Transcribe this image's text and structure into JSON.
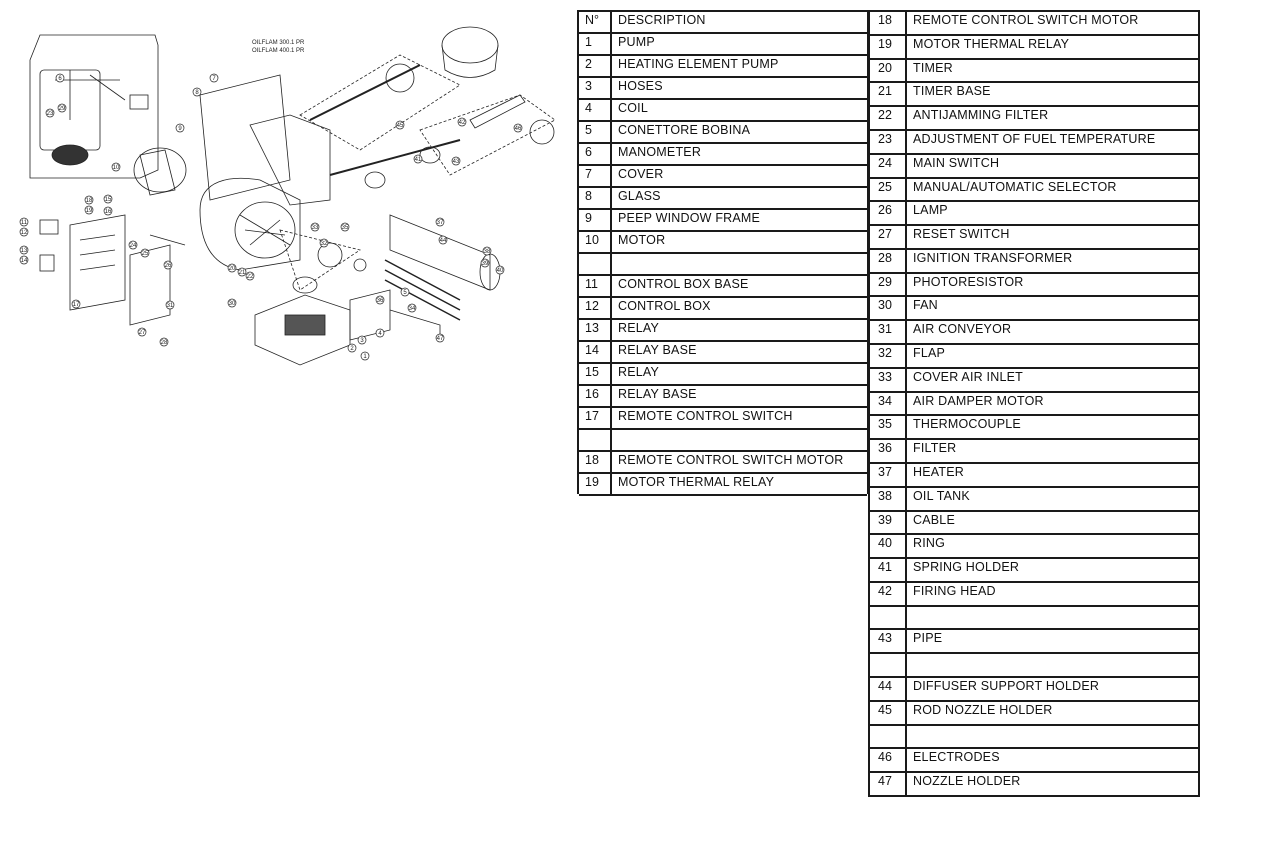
{
  "diagram": {
    "model_line1": "OILFLAM 300.1 PR",
    "model_line2": "OILFLAM 400.1 PR",
    "callouts": [
      "1",
      "2",
      "3",
      "4",
      "5",
      "6",
      "7",
      "8",
      "9",
      "10",
      "11",
      "12",
      "13",
      "14",
      "15",
      "16",
      "17",
      "18",
      "19",
      "20",
      "21",
      "22",
      "23",
      "24",
      "25",
      "26",
      "27",
      "28",
      "29",
      "30",
      "31",
      "32",
      "33",
      "34",
      "35",
      "36",
      "37",
      "38",
      "39",
      "40",
      "41",
      "42",
      "43",
      "44",
      "45",
      "46",
      "47"
    ]
  },
  "table_left": {
    "header": {
      "n": "N°",
      "d": "DESCRIPTION"
    },
    "rows": [
      {
        "n": "1",
        "d": "PUMP"
      },
      {
        "n": "2",
        "d": "HEATING ELEMENT PUMP"
      },
      {
        "n": "3",
        "d": "HOSES"
      },
      {
        "n": "4",
        "d": "COIL"
      },
      {
        "n": "5",
        "d": "CONETTORE BOBINA"
      },
      {
        "n": "6",
        "d": "MANOMETER"
      },
      {
        "n": "7",
        "d": "COVER"
      },
      {
        "n": "8",
        "d": "GLASS"
      },
      {
        "n": "9",
        "d": "PEEP WINDOW FRAME"
      },
      {
        "n": "10",
        "d": "MOTOR"
      },
      {
        "n": "",
        "d": ""
      },
      {
        "n": "11",
        "d": "CONTROL BOX BASE"
      },
      {
        "n": "12",
        "d": "CONTROL BOX"
      },
      {
        "n": "13",
        "d": "RELAY"
      },
      {
        "n": "14",
        "d": "RELAY BASE"
      },
      {
        "n": "15",
        "d": "RELAY"
      },
      {
        "n": "16",
        "d": "RELAY BASE"
      },
      {
        "n": "17",
        "d": "REMOTE CONTROL SWITCH"
      },
      {
        "n": "",
        "d": ""
      },
      {
        "n": "18",
        "d": "REMOTE CONTROL SWITCH MOTOR"
      },
      {
        "n": "19",
        "d": "MOTOR THERMAL RELAY"
      }
    ]
  },
  "table_right": {
    "rows": [
      {
        "n": "18",
        "d": "REMOTE CONTROL SWITCH MOTOR"
      },
      {
        "n": "19",
        "d": "MOTOR THERMAL RELAY"
      },
      {
        "n": "20",
        "d": "TIMER"
      },
      {
        "n": "21",
        "d": "TIMER BASE"
      },
      {
        "n": "22",
        "d": "ANTIJAMMING FILTER"
      },
      {
        "n": "23",
        "d": "ADJUSTMENT OF FUEL TEMPERATURE"
      },
      {
        "n": "24",
        "d": "MAIN SWITCH"
      },
      {
        "n": "25",
        "d": "MANUAL/AUTOMATIC SELECTOR"
      },
      {
        "n": "26",
        "d": "LAMP"
      },
      {
        "n": "27",
        "d": "RESET SWITCH"
      },
      {
        "n": "28",
        "d": "IGNITION  TRANSFORMER"
      },
      {
        "n": "29",
        "d": "PHOTORESISTOR"
      },
      {
        "n": "30",
        "d": "FAN"
      },
      {
        "n": "31",
        "d": "AIR CONVEYOR"
      },
      {
        "n": "32",
        "d": "FLAP"
      },
      {
        "n": "33",
        "d": "COVER AIR INLET"
      },
      {
        "n": "34",
        "d": "AIR DAMPER MOTOR"
      },
      {
        "n": "35",
        "d": "THERMOCOUPLE"
      },
      {
        "n": "36",
        "d": "FILTER"
      },
      {
        "n": "37",
        "d": "HEATER"
      },
      {
        "n": "38",
        "d": "OIL TANK"
      },
      {
        "n": "39",
        "d": "CABLE"
      },
      {
        "n": "40",
        "d": "RING"
      },
      {
        "n": "41",
        "d": "SPRING HOLDER"
      },
      {
        "n": "42",
        "d": "FIRING HEAD"
      },
      {
        "n": "",
        "d": ""
      },
      {
        "n": "43",
        "d": "PIPE"
      },
      {
        "n": "",
        "d": ""
      },
      {
        "n": "44",
        "d": "DIFFUSER SUPPORT HOLDER"
      },
      {
        "n": "45",
        "d": "ROD NOZZLE HOLDER"
      },
      {
        "n": "",
        "d": ""
      },
      {
        "n": "46",
        "d": "ELECTRODES"
      },
      {
        "n": "47",
        "d": "NOZZLE HOLDER"
      }
    ]
  }
}
